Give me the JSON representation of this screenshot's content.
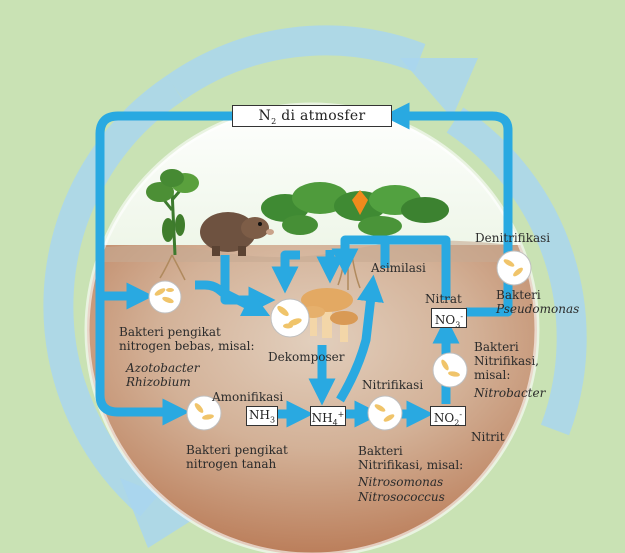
{
  "atmosphere": {
    "text": "di atmosfer",
    "symbol": "N",
    "sub": "2"
  },
  "labels": {
    "denitrifikasi": "Denitrifikasi",
    "bakteri_pseudo": "Bakteri",
    "pseudomonas": "Pseudomonas",
    "asimilasi": "Asimilasi",
    "nitrat": "Nitrat",
    "bakteri_bebas_1": "Bakteri pengikat",
    "bakteri_bebas_2": "nitrogen bebas, misal:",
    "azotobacter": "Azotobacter",
    "rhizobium": "Rhizobium",
    "dekomposer": "Dekomposer",
    "bakteri_nitri_a1": "Bakteri",
    "bakteri_nitri_a2": "Nitrifikasi,",
    "bakteri_nitri_a3": "misal:",
    "nitrobacter": "Nitrobacter",
    "amonifikasi": "Amonifikasi",
    "nitrifikasi": "Nitrifikasi",
    "nitrit": "Nitrit",
    "bakteri_tanah_1": "Bakteri pengikat",
    "bakteri_tanah_2": "nitrogen tanah",
    "bakteri_nitri_b1": "Bakteri",
    "bakteri_nitri_b2": "Nitrifikasi, misal:",
    "nitrosomonas": "Nitrosomonas",
    "nitrosococcus": "Nitrosococcus"
  },
  "compounds": {
    "no3": {
      "base": "NO",
      "sub": "3",
      "sup": "-"
    },
    "nh3": {
      "base": "NH",
      "sub": "3"
    },
    "nh4": {
      "base": "NH",
      "sub": "4",
      "sup": "+"
    },
    "no2": {
      "base": "NO",
      "sub": "2",
      "sup": "-"
    }
  },
  "colors": {
    "background": "#c9e2b4",
    "cycle_arrow": "#a9d6ee",
    "flow_arrow": "#29a9e1",
    "soil_top": "#d9c3b0",
    "soil_bottom": "#b77a56",
    "microbe": "#f0c46a"
  }
}
